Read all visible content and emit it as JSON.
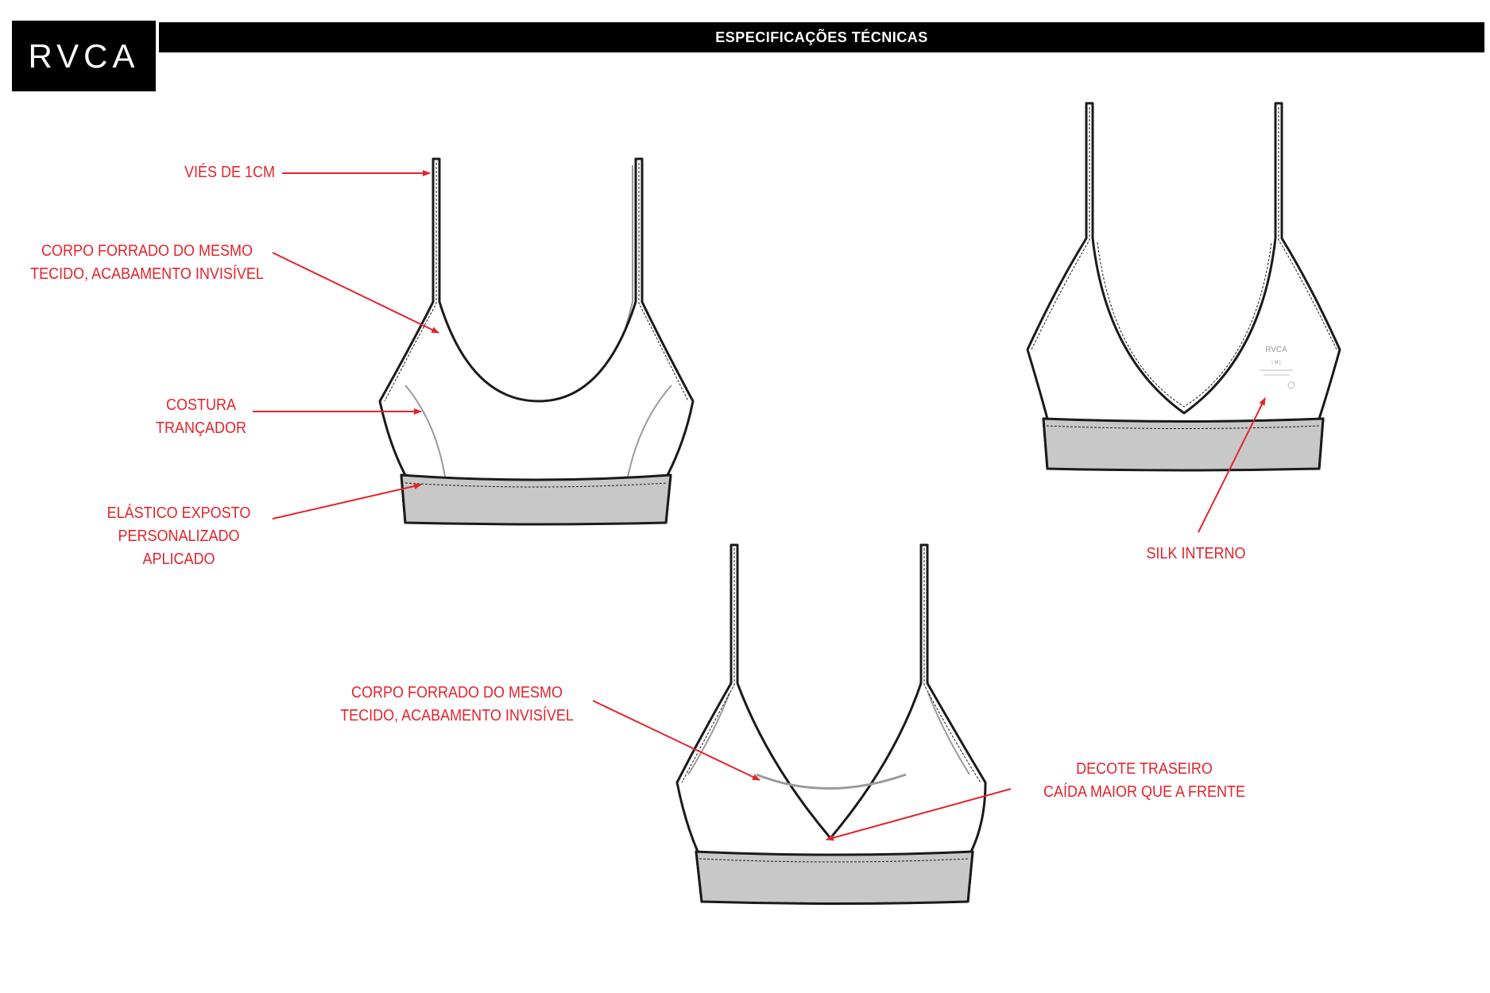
{
  "header": {
    "brand": "RVCA",
    "title": "ESPECIFICAÇÕES TÉCNICAS"
  },
  "callouts": {
    "vies": [
      "VIÉS DE 1CM"
    ],
    "corpo_frente": [
      "CORPO FORRADO DO MESMO",
      "TECIDO, ACABAMENTO INVISÍVEL"
    ],
    "costura": [
      "COSTURA",
      "TRANÇADOR"
    ],
    "elastico": [
      "ELÁSTICO EXPOSTO",
      "PERSONALIZADO",
      "APLICADO"
    ],
    "silk": [
      "SILK INTERNO"
    ],
    "corpo_costas": [
      "CORPO FORRADO DO MESMO",
      "TECIDO, ACABAMENTO INVISÍVEL"
    ],
    "decote": [
      "DECOTE TRASEIRO",
      "CAÍDA MAIOR QUE A FRENTE"
    ]
  },
  "inner_label": {
    "brand": "RVCA",
    "size": "| M |"
  },
  "colors": {
    "annotation": "#e3242b",
    "band_fill": "#c8c8c8",
    "outline": "#1a1a1a"
  }
}
